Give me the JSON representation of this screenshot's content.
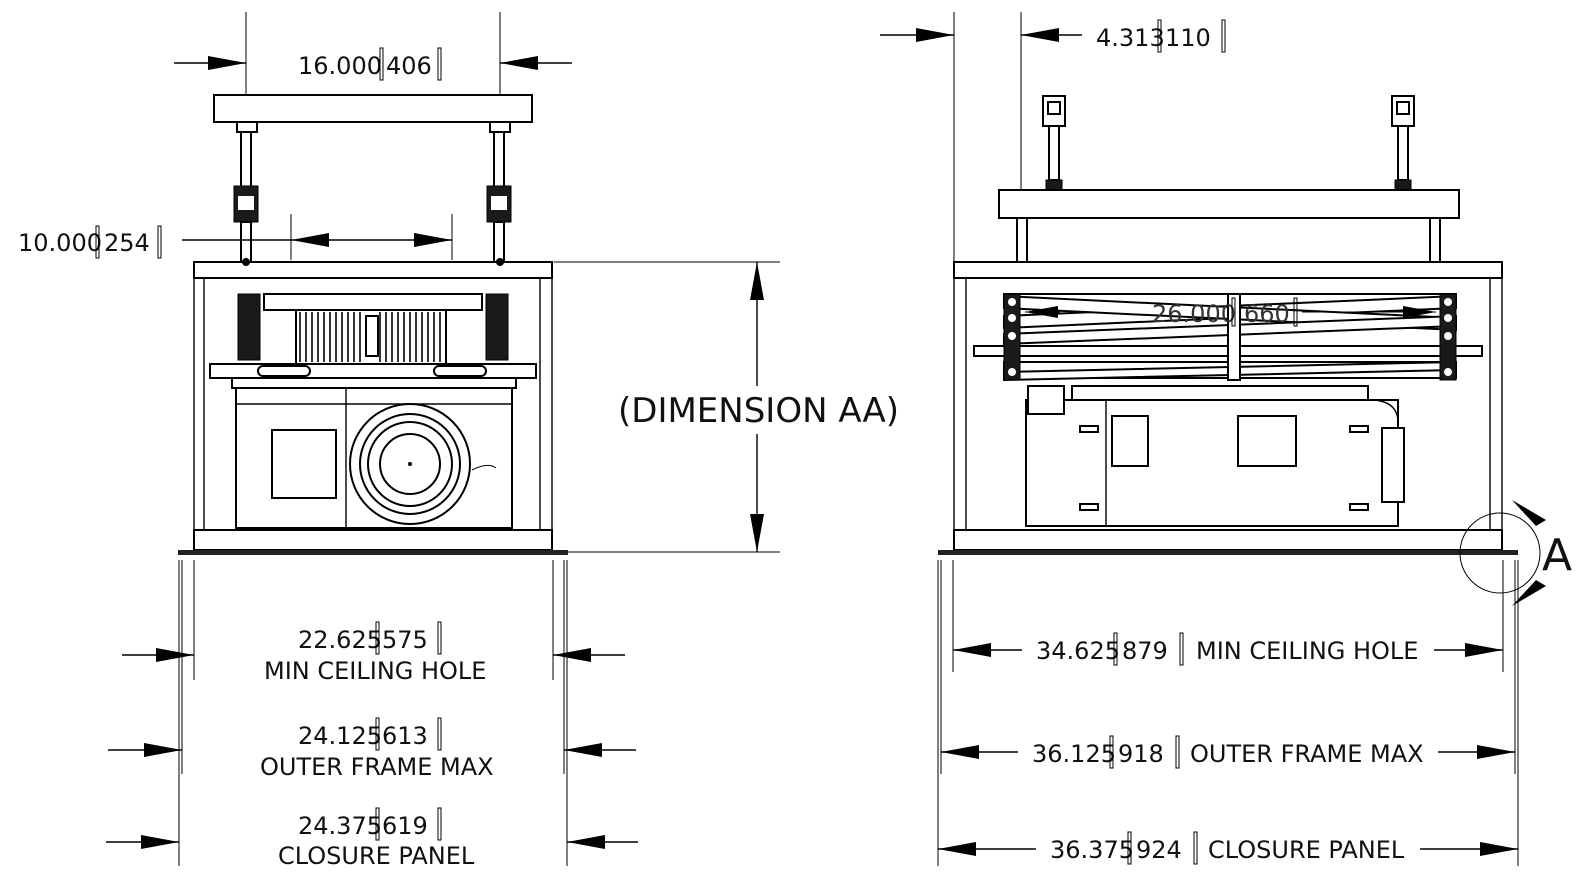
{
  "front_view": {
    "top_plate_width": "16.000",
    "top_plate_width_mm": "406",
    "mount_spacing": "10.000",
    "mount_spacing_mm": "254",
    "height_label": "(DIMENSION AA)",
    "min_hole": "22.625",
    "min_hole_mm": "575",
    "min_hole_label": "MIN CEILING HOLE",
    "outer_frame": "24.125",
    "outer_frame_mm": "613",
    "outer_frame_label": "OUTER FRAME MAX",
    "closure": "24.375",
    "closure_mm": "619",
    "closure_label": "CLOSURE PANEL"
  },
  "side_view": {
    "offset": "4.313",
    "offset_mm": "110",
    "scissor_span": "26.000",
    "scissor_span_mm": "660",
    "min_hole": "34.625",
    "min_hole_mm": "879",
    "min_hole_label": "MIN CEILING HOLE",
    "outer_frame": "36.125",
    "outer_frame_mm": "918",
    "outer_frame_label": "OUTER FRAME MAX",
    "closure": "36.375",
    "closure_mm": "924",
    "closure_label": "CLOSURE PANEL",
    "detail_label": "A"
  }
}
